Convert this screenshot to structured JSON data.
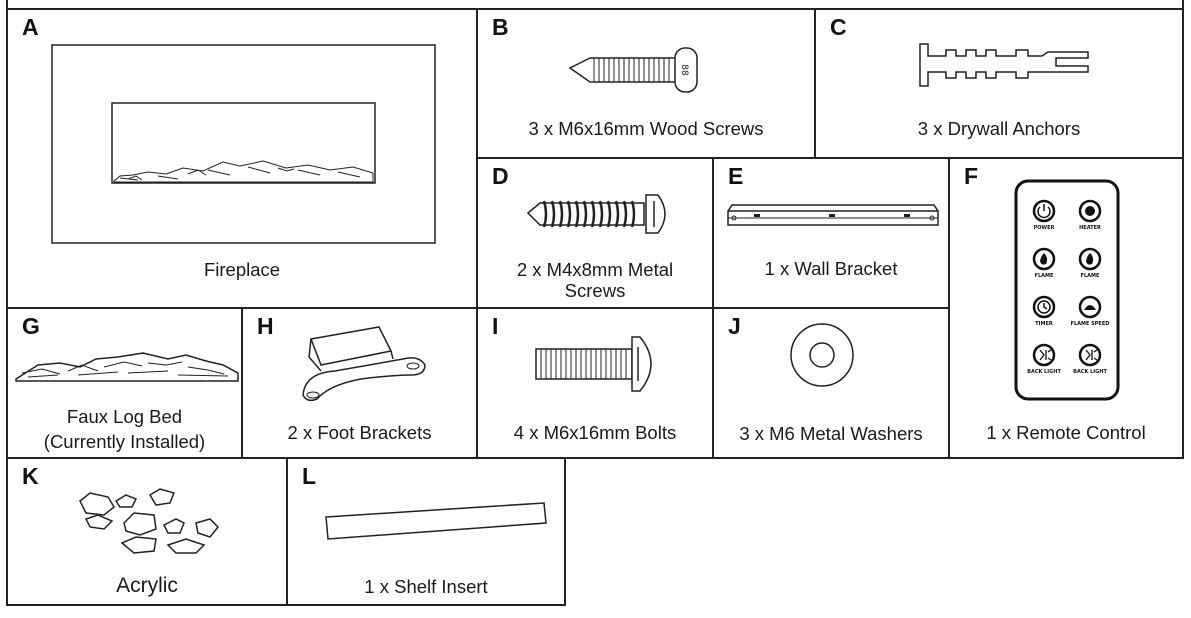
{
  "parts": {
    "A": {
      "letter": "A",
      "caption": "Fireplace"
    },
    "B": {
      "letter": "B",
      "caption": "3 x M6x16mm Wood Screws"
    },
    "C": {
      "letter": "C",
      "caption": "3 x Drywall Anchors"
    },
    "D": {
      "letter": "D",
      "caption_line1": "2 x M4x8mm Metal",
      "caption_line2": "Screws"
    },
    "E": {
      "letter": "E",
      "caption": "1 x Wall Bracket"
    },
    "F": {
      "letter": "F",
      "caption": "1 x Remote Control",
      "remote_buttons": [
        "POWER",
        "HEATER",
        "FLAME",
        "FLAME",
        "TIMER",
        "FLAME SPEED",
        "BACK LIGHT",
        "BACK LIGHT"
      ],
      "remote_icons": [
        "power-icon",
        "heater-icon",
        "flame-icon",
        "flame-icon",
        "timer-icon",
        "flame-speed-icon",
        "backlight-icon",
        "backlight-icon"
      ]
    },
    "G": {
      "letter": "G",
      "caption_line1": "Faux Log Bed",
      "caption_line2": "(Currently Installed)"
    },
    "H": {
      "letter": "H",
      "caption": "2 x Foot Brackets"
    },
    "I": {
      "letter": "I",
      "caption": "4 x M6x16mm Bolts"
    },
    "J": {
      "letter": "J",
      "caption": "3 x M6 Metal Washers"
    },
    "K": {
      "letter": "K",
      "caption": "Acrylic"
    },
    "L": {
      "letter": "L",
      "caption": "1 x Shelf  Insert"
    }
  }
}
